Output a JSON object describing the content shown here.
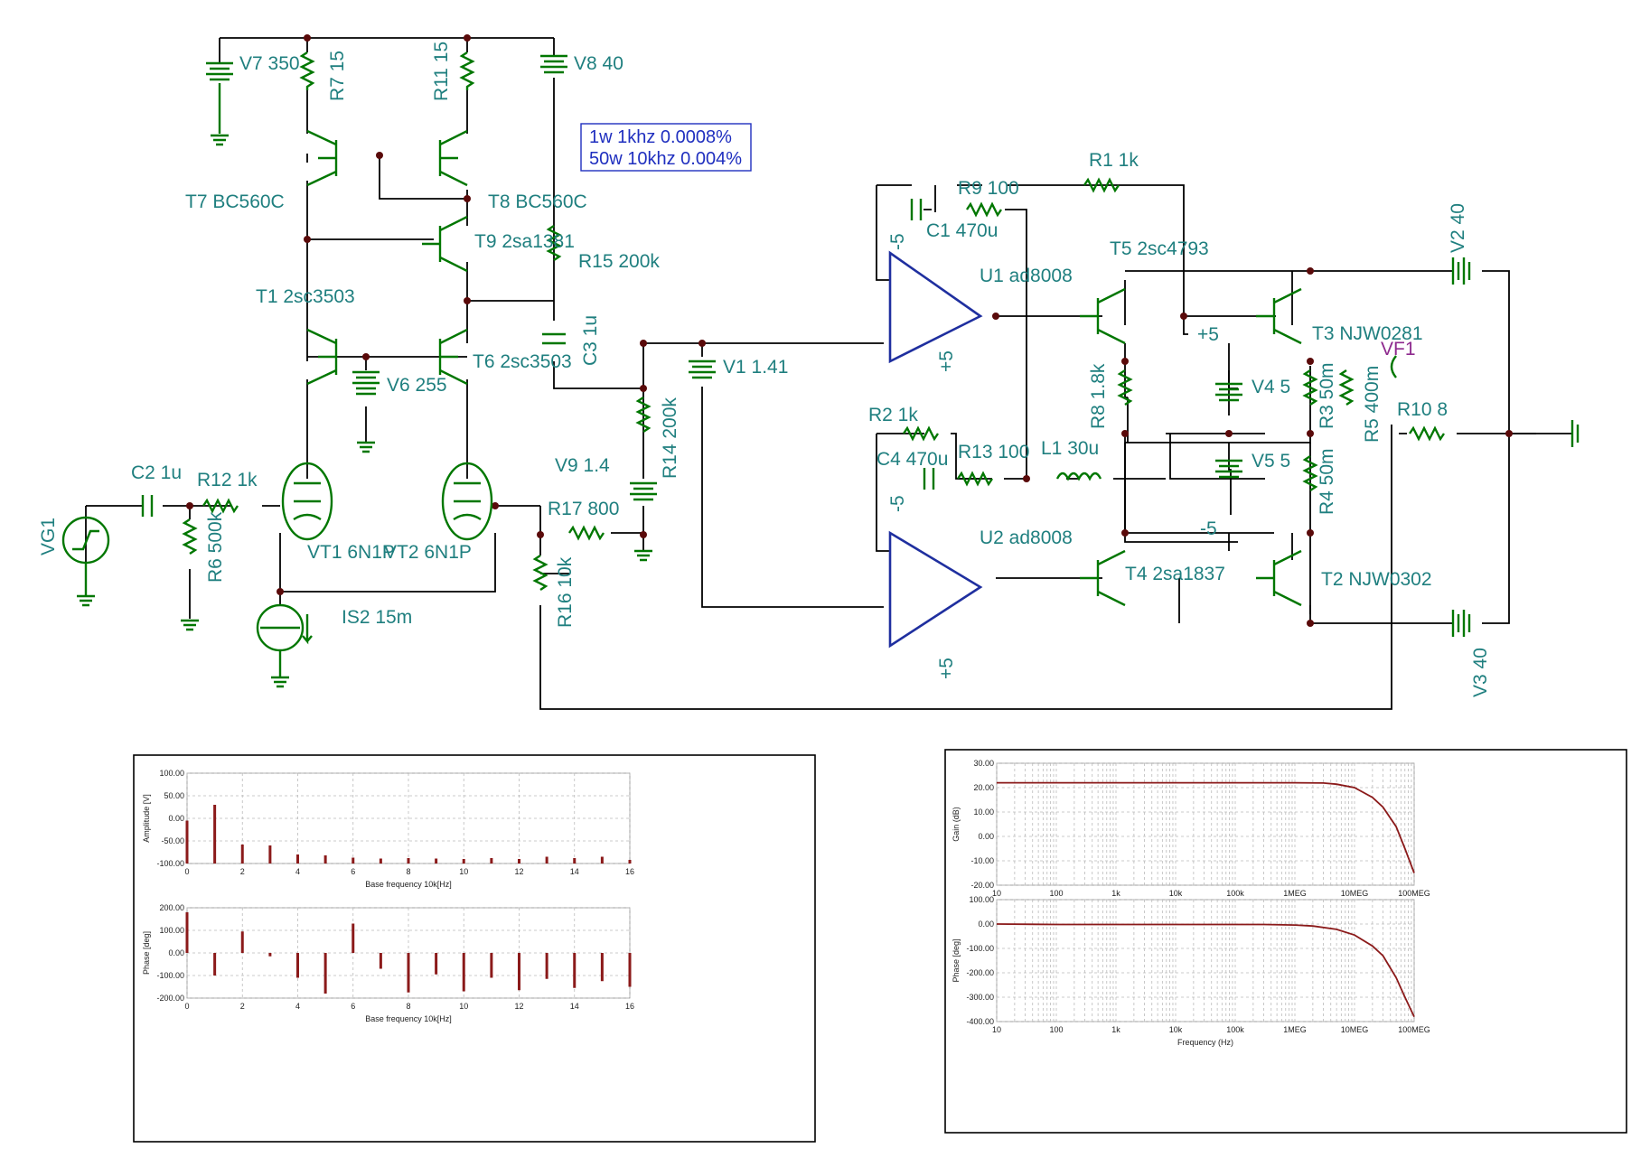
{
  "note": {
    "line1": "1w 1khz 0.0008%",
    "line2": "50w 10khz 0.004%"
  },
  "components": {
    "V7": "V7 350",
    "R7": "R7 15",
    "R11": "R11 15",
    "V8": "V8 40",
    "T7": "T7 BC560C",
    "T8": "T8 BC560C",
    "T9": "T9 2sa1381",
    "R15": "R15 200k",
    "T1": "T1 2sc3503",
    "C3": "C3 1u",
    "T6": "T6 2sc3503",
    "V6": "V6 255",
    "C2": "C2 1u",
    "R12": "R12 1k",
    "VG1": "VG1",
    "R6": "R6 500k",
    "VT1": "VT1 6N1P",
    "VT2": "VT2 6N1P",
    "IS2": "IS2 15m",
    "V9": "V9 1.4",
    "R14": "R14 200k",
    "R17": "R17 800",
    "R16": "R16 10k",
    "V1": "V1 1.41",
    "R9": "R9 100",
    "R1": "R1 1k",
    "C1": "C1 470u",
    "U1": "U1 ad8008",
    "T5": "T5 2sc4793",
    "V2": "V2 40",
    "T3": "T3 NJW0281",
    "VF1": "VF1",
    "R8": "R8 1.8k",
    "V4": "V4 5",
    "R3": "R3 50m",
    "R5": "R5 400m",
    "R10": "R10 8",
    "R2": "R2 1k",
    "R13": "R13 100",
    "L1": "L1 30u",
    "C4": "C4 470u",
    "V5": "V5 5",
    "R4": "R4 50m",
    "U2": "U2 ad8008",
    "T4": "T4 2sa1837",
    "T2": "T2 NJW0302",
    "V3": "V3 40",
    "p5a": "+5",
    "p5b": "+5",
    "p5c": "+5",
    "m5a": "-5",
    "m5b": "-5",
    "m5c": "-5"
  },
  "chart_data": [
    {
      "type": "bar",
      "title": "",
      "xlabel": "Base frequency 10k[Hz]",
      "ylabel": "Amplitude [V]",
      "xlim": [
        0,
        16
      ],
      "ylim": [
        -100,
        100
      ],
      "xticks": [
        "0",
        "2",
        "4",
        "6",
        "8",
        "10",
        "12",
        "14",
        "16"
      ],
      "yticks": [
        "100.00",
        "50.00",
        "0.00",
        "-50.00",
        "-100.00"
      ],
      "x": [
        0,
        1,
        2,
        3,
        4,
        5,
        6,
        7,
        8,
        9,
        10,
        11,
        12,
        13,
        14,
        15,
        16
      ],
      "values": [
        -5,
        30,
        -58,
        -60,
        -80,
        -82,
        -87,
        -89,
        -88,
        -89,
        -90,
        -88,
        -90,
        -85,
        -88,
        -85,
        -92
      ],
      "color": "#8b1a1a"
    },
    {
      "type": "bar",
      "title": "",
      "xlabel": "Base frequency 10k[Hz]",
      "ylabel": "Phase [deg]",
      "xlim": [
        0,
        16
      ],
      "ylim": [
        -200,
        200
      ],
      "xticks": [
        "0",
        "2",
        "4",
        "6",
        "8",
        "10",
        "12",
        "14",
        "16"
      ],
      "yticks": [
        "200.00",
        "100.00",
        "0.00",
        "-100.00",
        "-200.00"
      ],
      "x": [
        0,
        1,
        2,
        3,
        4,
        5,
        6,
        7,
        8,
        9,
        10,
        11,
        12,
        13,
        14,
        15,
        16
      ],
      "values": [
        180,
        -100,
        95,
        -15,
        -110,
        -180,
        130,
        -70,
        -175,
        -95,
        -170,
        -110,
        -165,
        -115,
        -155,
        -125,
        -150
      ],
      "color": "#8b1a1a"
    },
    {
      "type": "line",
      "title": "",
      "xlabel": "Frequency (Hz)",
      "ylabel": "Gain (dB)",
      "xscale": "log",
      "xlim": [
        10,
        100000000
      ],
      "ylim": [
        -20,
        30
      ],
      "xticks": [
        "10",
        "100",
        "1k",
        "10k",
        "100k",
        "1MEG",
        "10MEG",
        "100MEG"
      ],
      "yticks": [
        "30.00",
        "20.00",
        "10.00",
        "0.00",
        "-10.00",
        "-20.00"
      ],
      "x": [
        10,
        100,
        1000,
        10000,
        100000,
        1000000,
        3000000,
        5000000,
        10000000,
        20000000,
        30000000,
        50000000,
        70000000,
        100000000
      ],
      "y": [
        22,
        22,
        22,
        22,
        22,
        22,
        21.9,
        21.4,
        20,
        16,
        12,
        4,
        -5,
        -15
      ],
      "color": "#8b1a1a"
    },
    {
      "type": "line",
      "title": "",
      "xlabel": "Frequency (Hz)",
      "ylabel": "Phase [deg]",
      "xscale": "log",
      "xlim": [
        10,
        100000000
      ],
      "ylim": [
        -400,
        100
      ],
      "xticks": [
        "10",
        "100",
        "1k",
        "10k",
        "100k",
        "1MEG",
        "10MEG",
        "100MEG"
      ],
      "yticks": [
        "100.00",
        "0.00",
        "-100.00",
        "-200.00",
        "-300.00",
        "-400.00"
      ],
      "x": [
        10,
        100,
        1000,
        10000,
        100000,
        300000,
        1000000,
        2000000,
        5000000,
        10000000,
        20000000,
        30000000,
        50000000,
        70000000,
        100000000
      ],
      "y": [
        0,
        -2,
        -2,
        -2,
        -2,
        -2,
        -4,
        -8,
        -22,
        -45,
        -90,
        -130,
        -220,
        -300,
        -380
      ],
      "color": "#8b1a1a"
    }
  ]
}
